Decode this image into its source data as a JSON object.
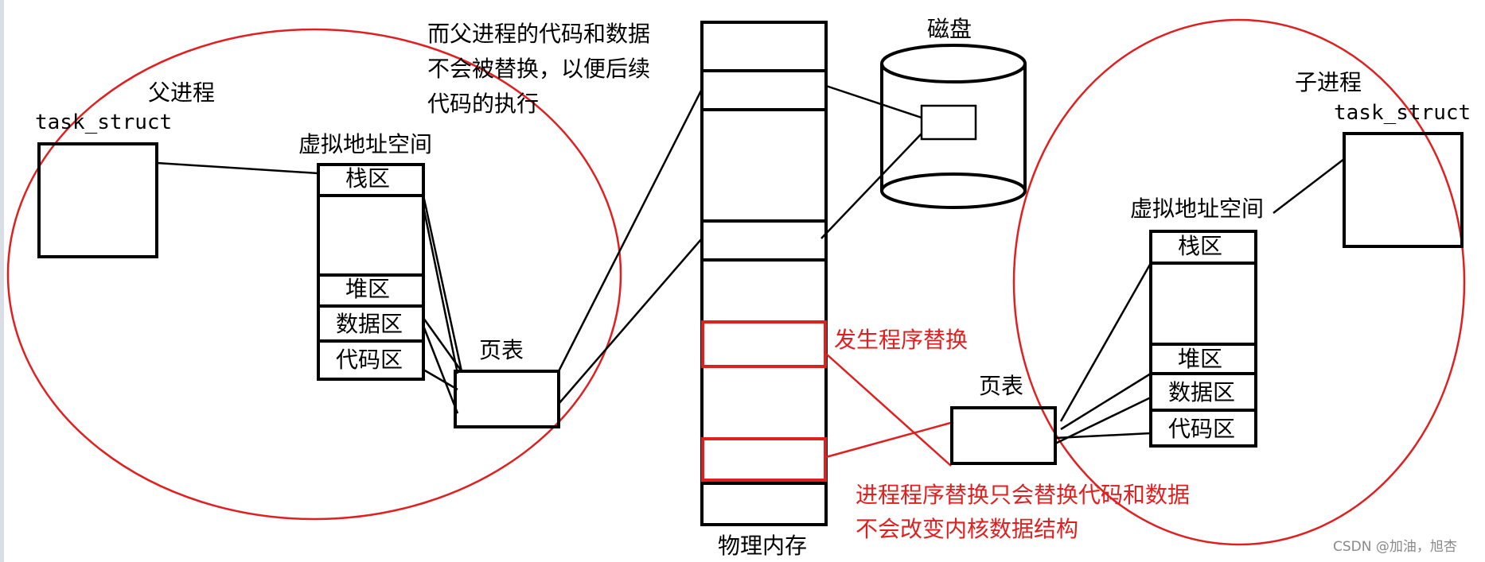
{
  "parent": {
    "title": "父进程",
    "task_struct": "task_struct",
    "vas_title": "虚拟地址空间",
    "segments": {
      "stack": "栈区",
      "heap": "堆区",
      "data": "数据区",
      "code": "代码区"
    },
    "page_table": "页表",
    "note_lines": [
      "而父进程的代码和数据",
      "不会被替换，以便后续",
      "代码的执行"
    ]
  },
  "child": {
    "title": "子进程",
    "task_struct": "task_struct",
    "vas_title": "虚拟地址空间",
    "segments": {
      "stack": "栈区",
      "heap": "堆区",
      "data": "数据区",
      "code": "代码区"
    },
    "page_table": "页表"
  },
  "memory": {
    "label": "物理内存"
  },
  "disk": {
    "label": "磁盘"
  },
  "annotations": {
    "replace": "发生程序替换",
    "explain_lines": [
      "进程程序替换只会替换代码和数据",
      "不会改变内核数据结构"
    ]
  },
  "watermark": "CSDN @加油，旭杏",
  "colors": {
    "line": "#000000",
    "highlight": "#e02020",
    "background": "#ffffff"
  }
}
